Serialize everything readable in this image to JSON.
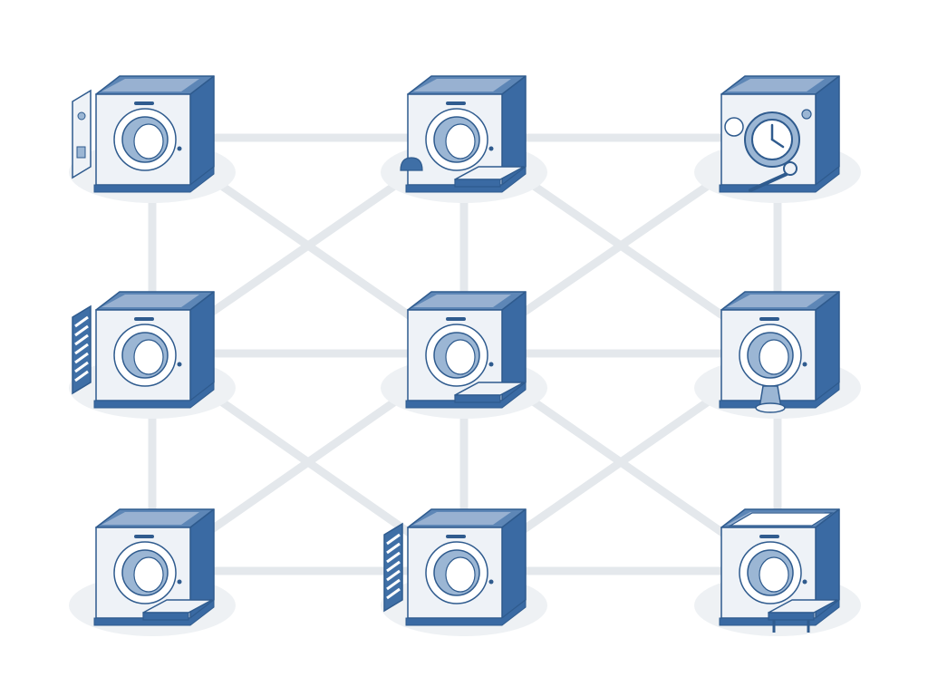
{
  "diagram": {
    "palette": {
      "connector": "#e4e8ec",
      "top": "#5d86b6",
      "top_light": "#dfe7f1",
      "front": "#eef2f7",
      "side": "#3a6aa3",
      "outline": "#2f5b8e",
      "bore": "#9bb6d4",
      "bore_inner": "#ffffff",
      "shadow": "#eef1f4",
      "panel": "#3f6fa6"
    },
    "nodes": [
      {
        "id": "n1",
        "icon": "ct-scanner-icon",
        "variant": "side-panel",
        "accessory": "panel"
      },
      {
        "id": "n2",
        "icon": "ct-scanner-icon",
        "variant": "wall-unit",
        "accessory": "table"
      },
      {
        "id": "n3",
        "icon": "pressure-gauge-scanner-icon",
        "variant": "gauge",
        "accessory": "tools"
      },
      {
        "id": "n4",
        "icon": "ct-scanner-icon",
        "variant": "side-panel",
        "accessory": "vented-panel"
      },
      {
        "id": "n5",
        "icon": "ct-gantry-icon",
        "variant": "hub",
        "accessory": "table"
      },
      {
        "id": "n6",
        "icon": "mri-scanner-icon",
        "variant": "stand",
        "accessory": "stand"
      },
      {
        "id": "n7",
        "icon": "mri-scanner-icon",
        "variant": "open-bore",
        "accessory": "table"
      },
      {
        "id": "n8",
        "icon": "mri-scanner-icon",
        "variant": "side-panel",
        "accessory": "vented-panel"
      },
      {
        "id": "n9",
        "icon": "open-top-scanner-icon",
        "variant": "open-top",
        "accessory": "bench"
      }
    ],
    "connections": [
      {
        "from": "n1",
        "to": "n2"
      },
      {
        "from": "n2",
        "to": "n3"
      },
      {
        "from": "n4",
        "to": "n5"
      },
      {
        "from": "n5",
        "to": "n6"
      },
      {
        "from": "n7",
        "to": "n8"
      },
      {
        "from": "n8",
        "to": "n9"
      },
      {
        "from": "n1",
        "to": "n4"
      },
      {
        "from": "n4",
        "to": "n7"
      },
      {
        "from": "n2",
        "to": "n5"
      },
      {
        "from": "n5",
        "to": "n8"
      },
      {
        "from": "n3",
        "to": "n6"
      },
      {
        "from": "n6",
        "to": "n9"
      },
      {
        "from": "n1",
        "to": "n5"
      },
      {
        "from": "n2",
        "to": "n4"
      },
      {
        "from": "n2",
        "to": "n6"
      },
      {
        "from": "n3",
        "to": "n5"
      },
      {
        "from": "n4",
        "to": "n8"
      },
      {
        "from": "n5",
        "to": "n7"
      },
      {
        "from": "n5",
        "to": "n9"
      },
      {
        "from": "n6",
        "to": "n8"
      }
    ]
  }
}
